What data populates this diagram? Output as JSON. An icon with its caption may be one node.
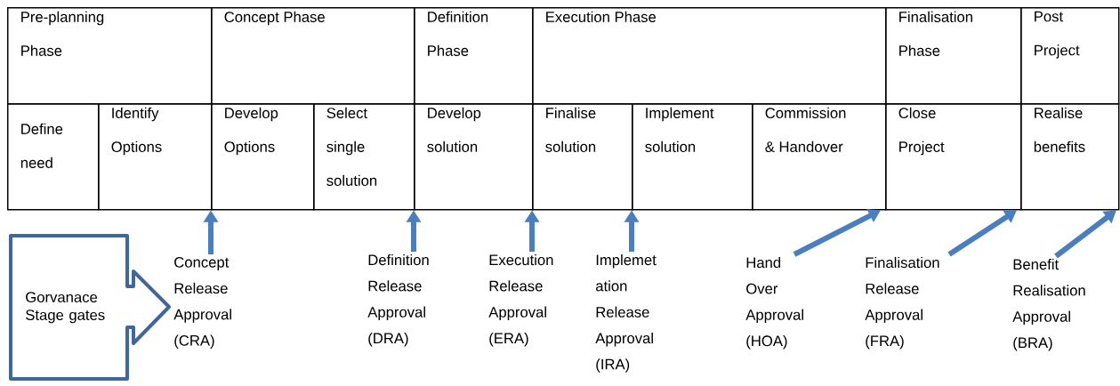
{
  "diagram": {
    "nodes": [
      {
        "text": [
          "Pre-planning Phase"
        ]
      },
      {
        "text": [
          "Concept Phase"
        ]
      },
      {
        "text": [
          "Definition Phase"
        ]
      },
      {
        "text": [
          "Execution Phase"
        ]
      },
      {
        "text": [
          "Finalisation Phase"
        ]
      },
      {
        "text": [
          "Post Project"
        ]
      },
      {
        "text": [
          "Define need"
        ]
      },
      {
        "text": [
          "Identify Options"
        ]
      },
      {
        "text": [
          "Develop Options"
        ]
      },
      {
        "text": [
          "Select single solution"
        ]
      },
      {
        "text": [
          "Develop solution"
        ]
      },
      {
        "text": [
          "Finalise solution"
        ]
      },
      {
        "text": [
          "Implement solution"
        ]
      },
      {
        "text": [
          "Commission & Handover"
        ]
      },
      {
        "text": [
          "Close Project"
        ]
      },
      {
        "text": [
          "Realise benefits"
        ]
      },
      {
        "text": [
          "Gorvanace Stage gates"
        ]
      },
      {
        "text": [
          "Concept Release Approval (CRA)"
        ]
      },
      {
        "text": [
          "Definition Release Approval (DRA)"
        ]
      },
      {
        "text": [
          "Execution Release Approval (ERA)"
        ]
      },
      {
        "text": [
          "Implemet ation Release Approval (IRA)"
        ]
      },
      {
        "text": [
          "Hand Over Approval (HOA)"
        ]
      },
      {
        "text": [
          "Finalisation Release Approval (FRA)"
        ]
      },
      {
        "text": [
          "Benefit Realisation Approval (BRA)"
        ]
      }
    ],
    "edges": [
      {
        "from": 17,
        "to": 8,
        "arrow": "to"
      },
      {
        "from": 18,
        "to": 9,
        "arrow": "to"
      },
      {
        "from": 19,
        "to": 11,
        "arrow": "to"
      },
      {
        "from": 20,
        "to": 11,
        "arrow": "to"
      },
      {
        "from": 21,
        "to": 13,
        "arrow": "to"
      },
      {
        "from": 22,
        "to": 14,
        "arrow": "to"
      },
      {
        "from": 23,
        "to": 15,
        "arrow": "to"
      }
    ]
  }
}
